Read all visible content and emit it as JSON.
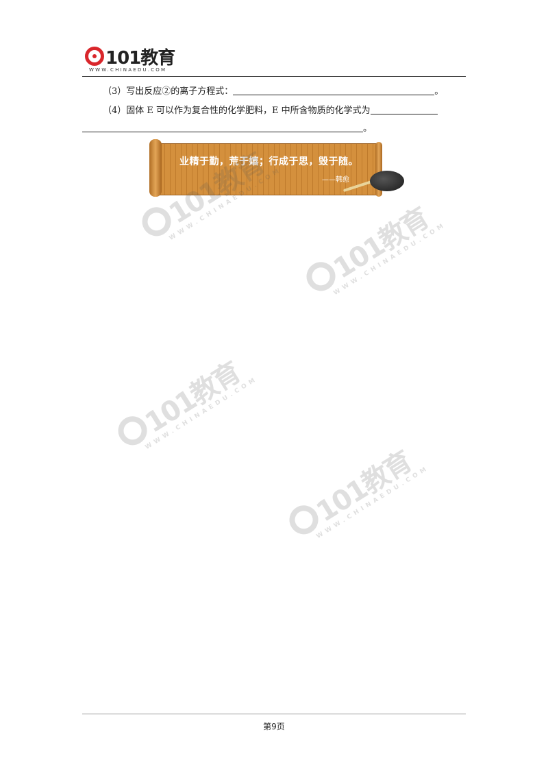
{
  "header": {
    "logo_text": "101教育",
    "logo_sub": "WWW.CHINAEDU.COM"
  },
  "questions": [
    {
      "label": "（3）写出反应②的离子方程式：",
      "end": "。"
    },
    {
      "label": "（4）固体 E 可以作为复合性的化学肥料，E 中所含物质的化学式为",
      "end": "。"
    }
  ],
  "banner": {
    "quote": "业精于勤，荒于嬉；行成于思，毁于随。",
    "author": "——韩愈"
  },
  "watermark": {
    "text": "101教育",
    "sub": "WWW.CHINAEDU.COM"
  },
  "footer": {
    "page_number": "第9页"
  },
  "colors": {
    "logo_red": "#d9262b",
    "banner_wood": "#d4903d"
  }
}
